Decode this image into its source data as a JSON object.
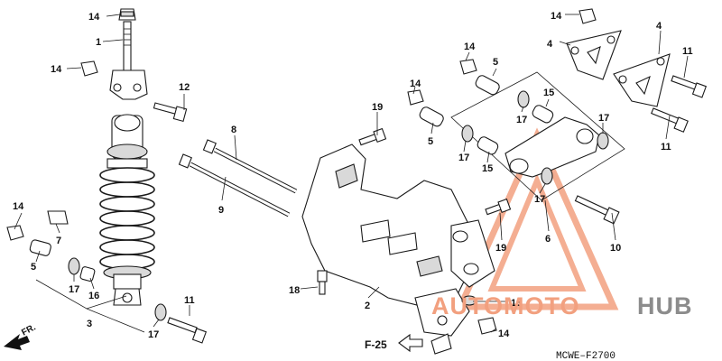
{
  "diagram_code": "MCWE–F2700",
  "reference": "F-25",
  "direction_label": "FR.",
  "watermark": {
    "brand_a": "AUTOMOTO",
    "brand_b": "HUB",
    "color_a": "#f2a07f",
    "color_b": "#8c8c8c"
  },
  "callouts": {
    "shock_top_nut": "14",
    "shock_absorber_rod": "1",
    "shock_side_nut": "14",
    "shock_bolt": "12",
    "long_bolt_upper": "8",
    "long_bolt_lower": "9",
    "label_tag_item": "7",
    "shock_nut_left": "14",
    "collar_left": "5",
    "bearing_left": "17",
    "seal_left": "16",
    "shock_absorber_assy": "3",
    "bearing_lower": "17",
    "bolt_lower": "11",
    "collar_upper_top": "5",
    "nut_upper_top": "14",
    "nut_upper_mid": "14",
    "collar_upper_mid": "5",
    "bolt_center": "19",
    "bearing_link_a": "17",
    "collar_link_a": "15",
    "bearing_link_b": "17",
    "collar_link_b": "15",
    "bearing_link_c": "17",
    "bearing_link_d": "17",
    "link_assy": "6",
    "plate_nut": "14",
    "plate_left": "4",
    "plate_right": "4",
    "bolt_plate_upper": "11",
    "bolt_plate_lower": "11",
    "bolt_link_right": "10",
    "bolt_link_center": "19",
    "bolt_frame": "18",
    "swingarm": "2",
    "bracket_nut": "13",
    "bracket_nut_right": "14"
  }
}
